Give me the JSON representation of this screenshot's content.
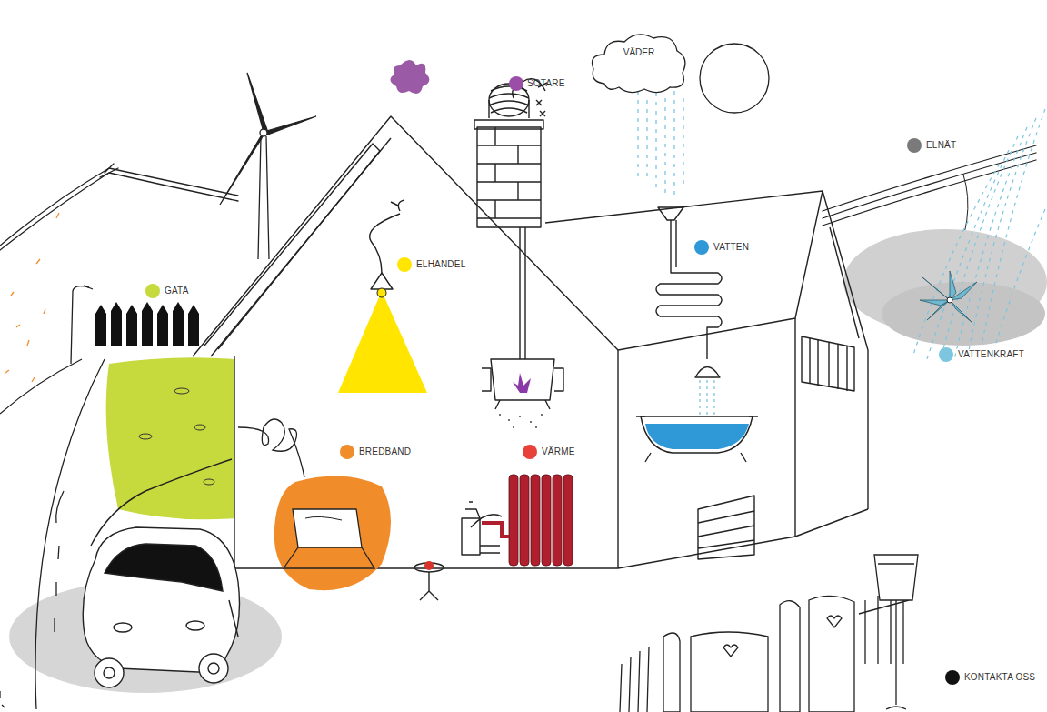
{
  "diagram": {
    "nodes": [
      {
        "text": [
          "VÄDER"
        ]
      }
    ],
    "labels": [
      "SOTARE",
      "GATA",
      "ELHANDEL",
      "VATTEN",
      "ELNÄT",
      "BREDBAND",
      "VÄRME",
      "VATTENKRAFT",
      "KONTAKTA OSS"
    ]
  }
}
